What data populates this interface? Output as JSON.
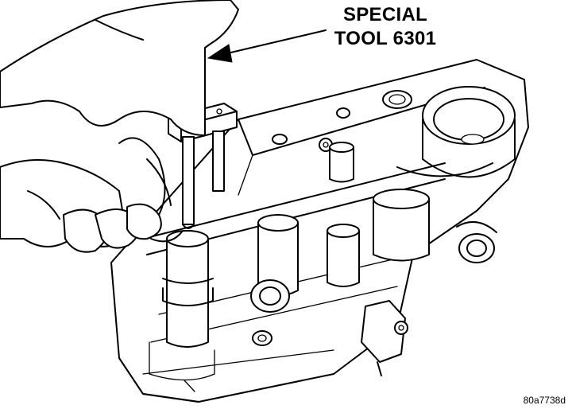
{
  "callout": {
    "line1": "SPECIAL",
    "line2": "TOOL 6301"
  },
  "figure_id": "80a7738d",
  "colors": {
    "line": "#000000",
    "background": "#ffffff"
  }
}
